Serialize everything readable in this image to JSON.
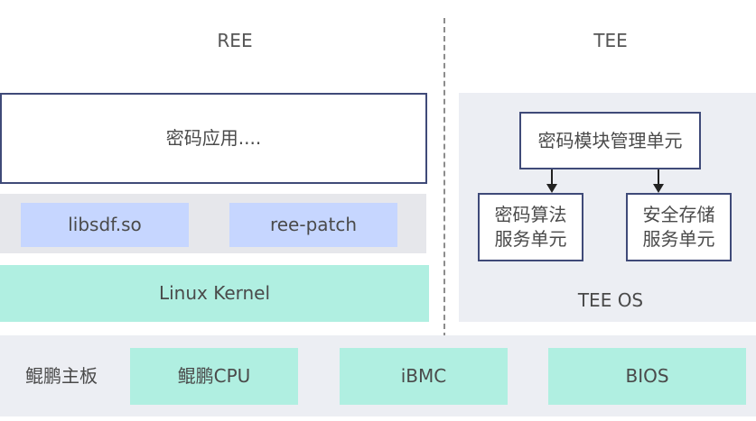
{
  "headings": {
    "ree": "REE",
    "tee": "TEE"
  },
  "ree": {
    "app_box": "密码应用....",
    "libraries": [
      "libsdf.so",
      "ree-patch"
    ],
    "kernel": "Linux Kernel"
  },
  "tee": {
    "manager": "密码模块管理单元",
    "services": [
      {
        "line1": "密码算法",
        "line2": "服务单元"
      },
      {
        "line1": "安全存储",
        "line2": "服务单元"
      }
    ],
    "os_label": "TEE OS"
  },
  "board": {
    "label": "鲲鹏主板",
    "components": [
      "鲲鹏CPU",
      "iBMC",
      "BIOS"
    ]
  },
  "colors": {
    "outline": "#3f4a78",
    "library_fill": "#c6d6ff",
    "teal_fill": "#b0efe1",
    "gray_band": "#e6e7eb",
    "panel_fill": "#eceef3"
  }
}
